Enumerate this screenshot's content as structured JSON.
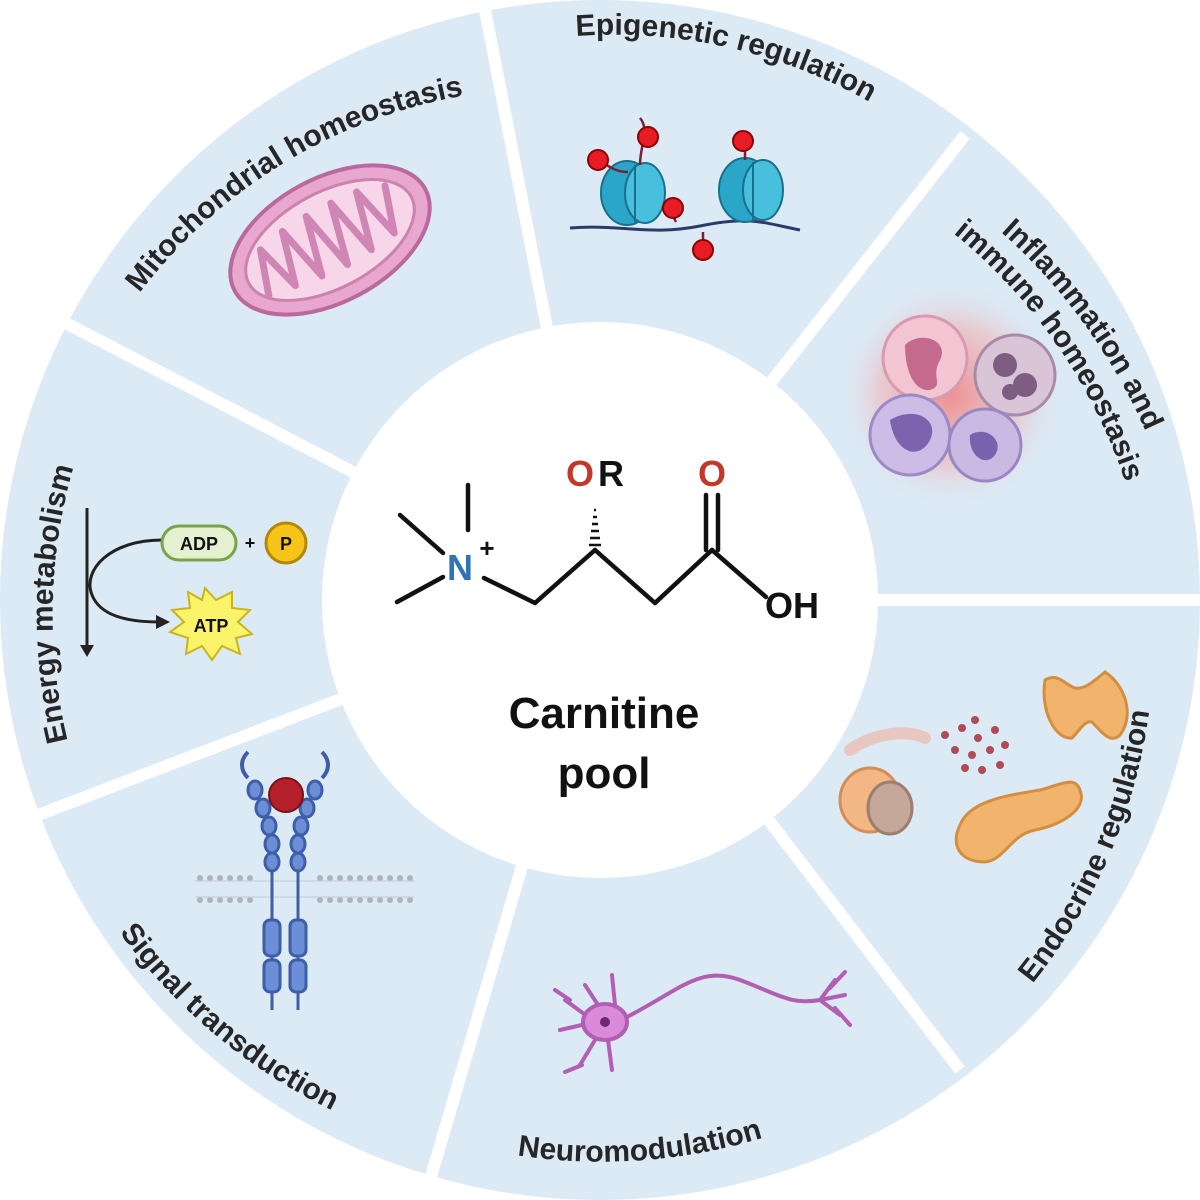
{
  "center": {
    "title_line1": "Carnitine",
    "title_line2": "pool",
    "molecule": {
      "nitrogen": "N",
      "charge": "+",
      "oxygen_r": "O",
      "r_group": "R",
      "carbonyl_o": "O",
      "hydroxyl": "OH"
    }
  },
  "segments": [
    {
      "id": "epigenetic",
      "label": "Epigenetic regulation"
    },
    {
      "id": "inflammation",
      "label_line1": "Inflammation and",
      "label_line2": "immune homeostasis"
    },
    {
      "id": "endocrine",
      "label": "Endocrine regulation"
    },
    {
      "id": "neuromodulation",
      "label": "Neuromodulation"
    },
    {
      "id": "signal",
      "label": "Signal transduction"
    },
    {
      "id": "energy",
      "label": "Energy metabolism"
    },
    {
      "id": "mitochondrial",
      "label": "Mitochondrial homeostasis"
    }
  ],
  "energy_icon": {
    "adp": "ADP",
    "plus": "+",
    "phosphate": "P",
    "atp": "ATP"
  },
  "colors": {
    "segment_fill": "#dceaf6",
    "nitrogen": "#2e75b6",
    "oxygen": "#c0392b",
    "text": "#262626"
  }
}
